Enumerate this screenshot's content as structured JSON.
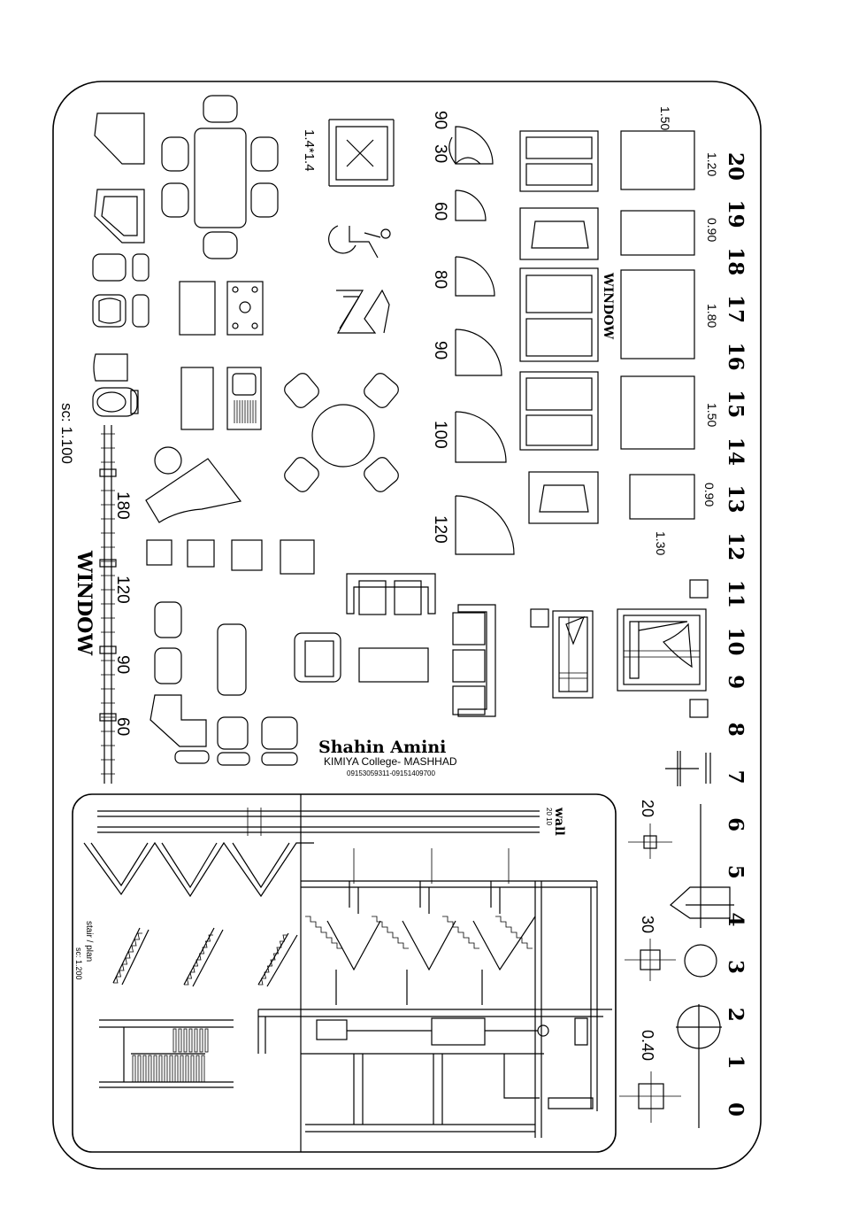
{
  "brand": {
    "author": "Shahin Amini",
    "college": "KIMIYA College- MASHHAD",
    "phone": "09153059311-09151409700"
  },
  "ruler": {
    "numbers": [
      "20",
      "19",
      "18",
      "17",
      "16",
      "15",
      "14",
      "13",
      "12",
      "11",
      "10",
      "9",
      "8",
      "7",
      "6",
      "5",
      "4",
      "3",
      "2",
      "1",
      "0"
    ]
  },
  "labels": {
    "window_top": "WINDOW",
    "window_bottom": "WINDOW",
    "scale": "sc:  1.100",
    "wall": "wall",
    "wall_sizes": "20  10",
    "stair_note": "stair / plan",
    "stair_scale": "sc:  1.200",
    "toilet_size": "1.4*1.4",
    "circle_sizes": [
      "20",
      "30",
      "0.40"
    ]
  },
  "doors": [
    {
      "label": "90",
      "label2": "30"
    },
    {
      "label": "60"
    },
    {
      "label": "80"
    },
    {
      "label": "90"
    },
    {
      "label": "100"
    },
    {
      "label": "120"
    }
  ],
  "window_sizes": [
    "1.50",
    "1.20",
    "0.90",
    "1.80",
    "1.50",
    "0.90",
    "1.30"
  ],
  "sliding_windows": [
    "180",
    "120",
    "90",
    "60"
  ]
}
